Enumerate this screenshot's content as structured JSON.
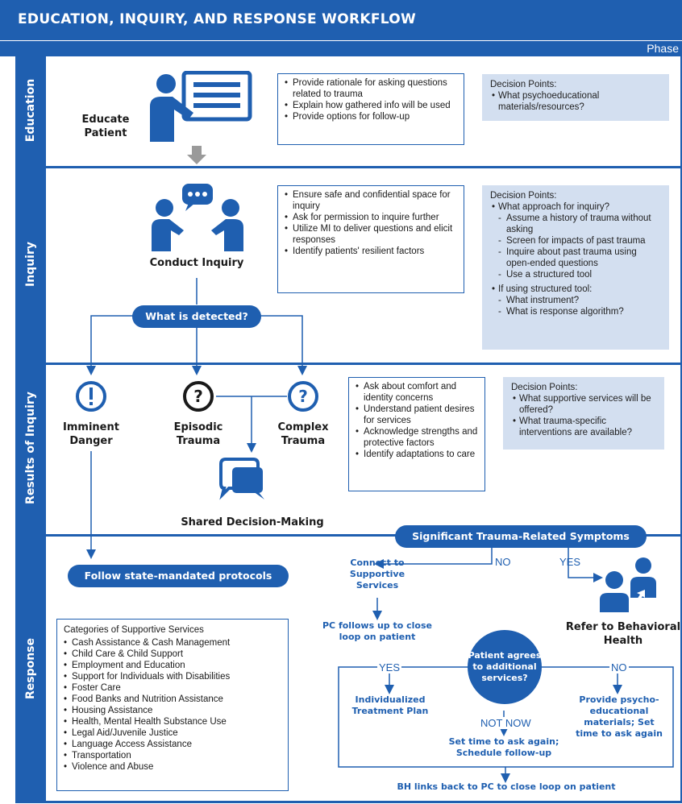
{
  "title": "EDUCATION, INQUIRY, AND RESPONSE WORKFLOW",
  "phase_label": "Phase",
  "colors": {
    "primary": "#1f5fb0",
    "decision_bg": "#d3dff0",
    "arrow_gray": "#9a9a9a"
  },
  "sections": {
    "education": "Education",
    "inquiry": "Inquiry",
    "results": "Results of Inquiry",
    "response": "Response"
  },
  "education": {
    "node_label": "Educate Patient",
    "icon": "teacher-presentation-icon",
    "actions": [
      "Provide rationale for asking questions related to trauma",
      "Explain how gathered info will be used",
      "Provide options for follow-up"
    ],
    "decision_title": "Decision Points:",
    "decision_items": [
      "What psychoeducational materials/resources?"
    ]
  },
  "inquiry": {
    "node_label": "Conduct Inquiry",
    "icon": "two-people-conversation-icon",
    "actions": [
      "Ensure safe and confidential space for inquiry",
      "Ask for permission to inquire further",
      "Utilize MI to deliver questions and elicit responses",
      "Identify patients' resilient factors"
    ],
    "decision_title": "Decision Points:",
    "decision_q1": "What approach for inquiry?",
    "decision_q1_subs": [
      "Assume a history of trauma without asking",
      "Screen for impacts of past trauma",
      "Inquire about past trauma using open-ended questions",
      "Use a structured tool"
    ],
    "decision_q2": "If using structured tool:",
    "decision_q2_subs": [
      "What instrument?",
      "What is response algorithm?"
    ],
    "detected_pill": "What is detected?"
  },
  "results": {
    "imminent": "Imminent Danger",
    "episodic": "Episodic Trauma",
    "complex": "Complex Trauma",
    "sdm": "Shared Decision-Making",
    "icons": [
      "exclamation-circle-icon",
      "question-circle-icon",
      "question-circle-icon",
      "speech-bubbles-icon"
    ],
    "actions": [
      "Ask about comfort and identity concerns",
      "Understand patient desires for services",
      "Acknowledge strengths and protective factors",
      "Identify adaptations to care"
    ],
    "decision_title": "Decision Points:",
    "decision_items": [
      "What supportive services will be offered?",
      "What trauma-specific interventions are available?"
    ]
  },
  "response": {
    "state_protocols": "Follow state-mandated protocols",
    "symptoms_pill": "Significant Trauma-Related Symptoms",
    "no": "NO",
    "yes": "YES",
    "connect": "Connect to Supportive Services",
    "pc_follow": "PC follows up to close loop on patient",
    "refer": "Refer to Behavioral Health",
    "agree_question": "Patient agrees to additional services?",
    "yes2": "YES",
    "no2": "NO",
    "not_now": "NOT NOW",
    "itp": "Individualized Treatment Plan",
    "psycho": "Provide psycho-educational materials; Set time to ask again",
    "set_time": "Set time to ask again; Schedule follow-up",
    "bh_links": "BH links back to PC to close loop on patient",
    "categories_title": "Categories of Supportive Services",
    "categories": [
      "Cash Assistance & Cash Management",
      "Child Care & Child Support",
      "Employment and Education",
      "Support for Individuals with Disabilities",
      "Foster Care",
      "Food Banks and Nutrition Assistance",
      "Housing Assistance",
      "Health, Mental Health Substance Use",
      "Legal Aid/Juvenile Justice",
      "Language Access Assistance",
      "Transportation",
      "Violence and Abuse"
    ]
  }
}
